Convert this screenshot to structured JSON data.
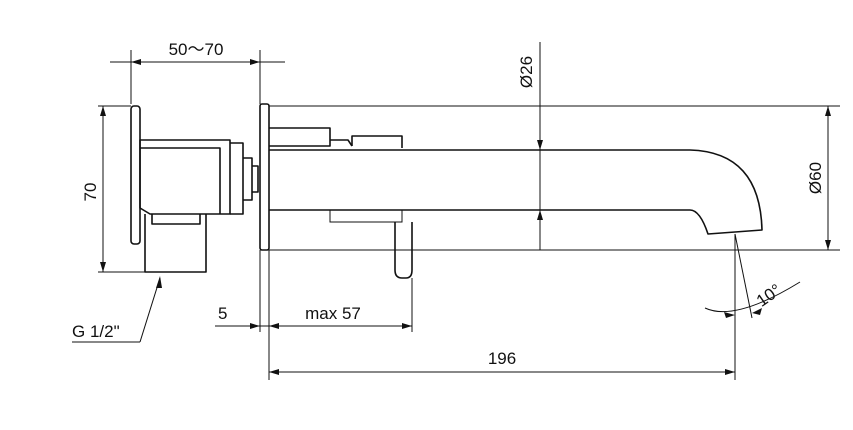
{
  "dimensions": {
    "depth_range": "50～70",
    "body_height": "70",
    "spout_diameter": "Ø26",
    "plate_diameter": "Ø60",
    "thread": "G 1/2\"",
    "plate_thickness": "5",
    "lever_max": "max 57",
    "spout_length": "196",
    "angle": "10°"
  },
  "colors": {
    "line": "#111111",
    "background": "#ffffff"
  }
}
